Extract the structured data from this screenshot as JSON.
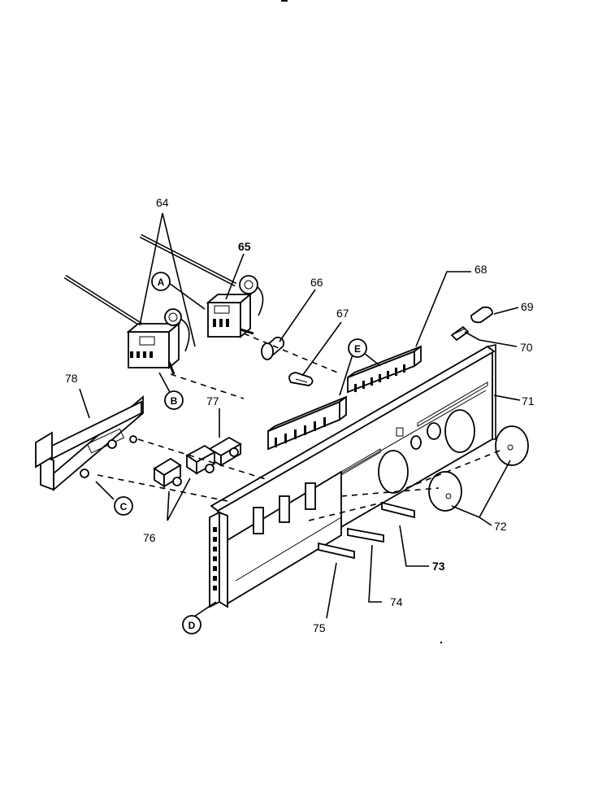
{
  "diagram": {
    "part_labels": {
      "p64": "64",
      "p65": "65",
      "p66": "66",
      "p67": "67",
      "p68": "68",
      "p69": "69",
      "p70": "70",
      "p71": "71",
      "p72": "72",
      "p73": "73",
      "p74": "74",
      "p75": "75",
      "p76": "76",
      "p77": "77",
      "p78": "78"
    },
    "callouts": {
      "a": "A",
      "b": "B",
      "c": "C",
      "d": "D",
      "e": "E"
    }
  }
}
